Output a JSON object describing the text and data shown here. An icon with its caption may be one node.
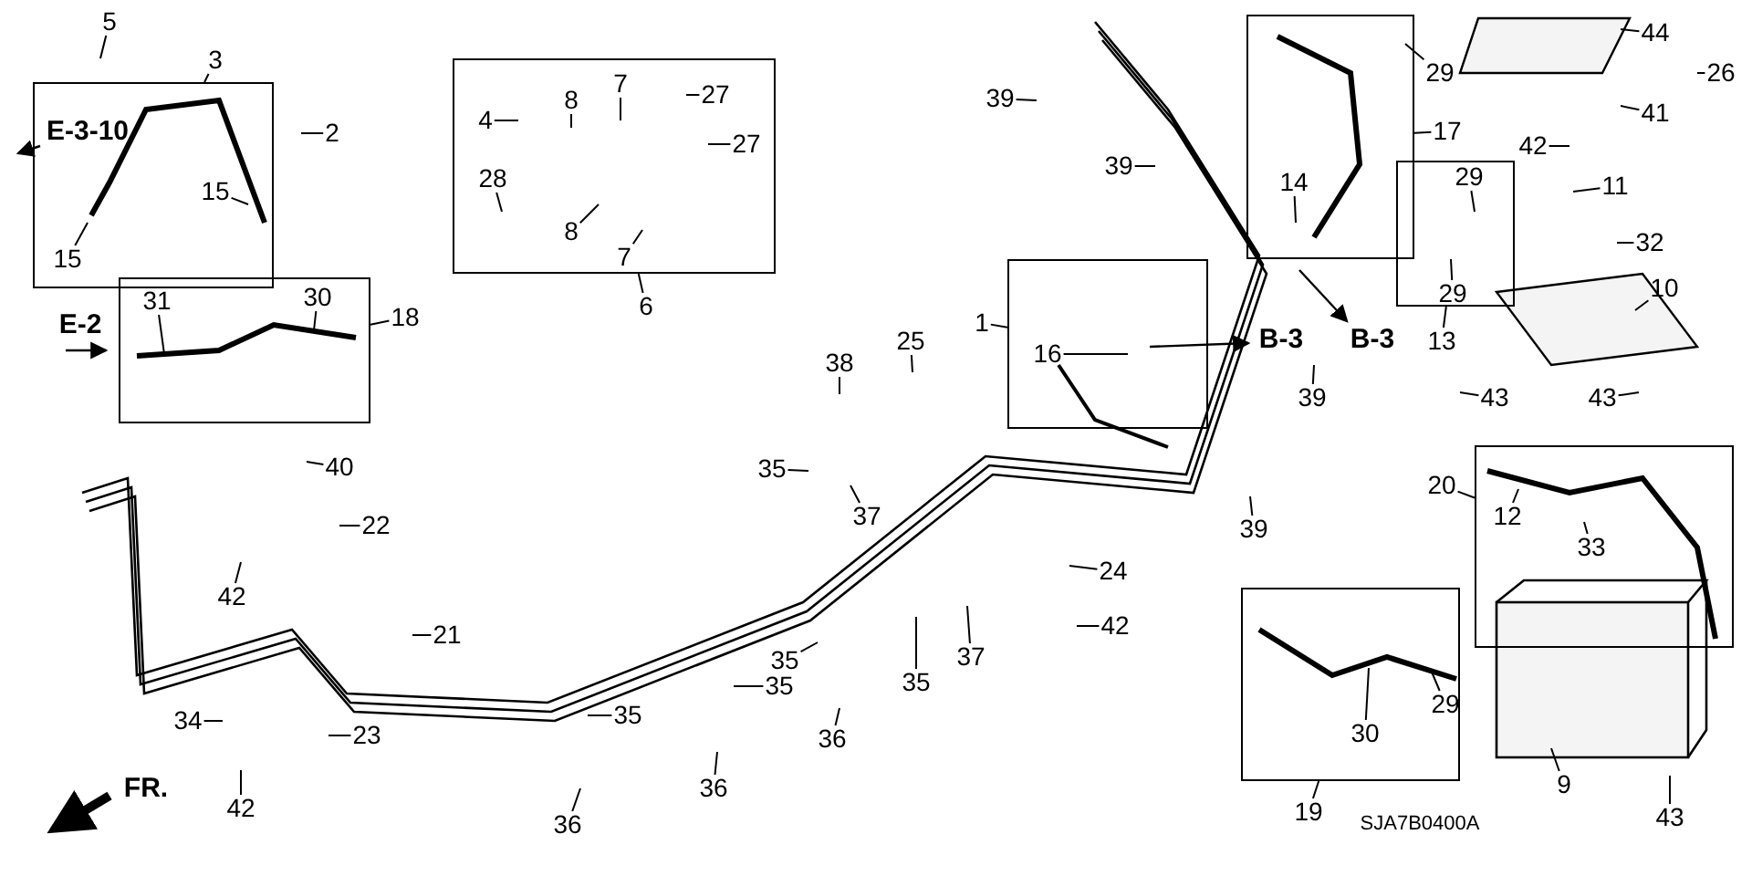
{
  "diagram": {
    "nodes": [
      {
        "text": [],
        "shape": "box"
      },
      {
        "text": [
          "5"
        ]
      },
      {
        "text": [
          "3"
        ]
      },
      {
        "text": [
          "15"
        ],
        "in": 0
      },
      {
        "text": [
          "15"
        ],
        "in": 0
      },
      {
        "text": [
          "2"
        ]
      },
      {
        "text": [],
        "shape": "box"
      },
      {
        "text": [
          "4"
        ],
        "in": 6
      },
      {
        "text": [
          "8"
        ],
        "in": 6
      },
      {
        "text": [
          "7"
        ],
        "in": 6
      },
      {
        "text": [
          "27"
        ],
        "in": 6
      },
      {
        "text": [
          "27"
        ],
        "in": 6
      },
      {
        "text": [
          "28"
        ],
        "in": 6
      },
      {
        "text": [
          "8"
        ],
        "in": 6
      },
      {
        "text": [
          "7"
        ],
        "in": 6
      },
      {
        "text": [
          "6"
        ]
      },
      {
        "text": [],
        "shape": "box"
      },
      {
        "text": [
          "31"
        ],
        "in": 16
      },
      {
        "text": [
          "30"
        ],
        "in": 16
      },
      {
        "text": [
          "18"
        ]
      },
      {
        "text": [
          "40"
        ]
      },
      {
        "text": [
          "22"
        ]
      },
      {
        "text": [
          "42"
        ]
      },
      {
        "text": [
          "21"
        ]
      },
      {
        "text": [
          "34"
        ]
      },
      {
        "text": [
          "23"
        ]
      },
      {
        "text": [
          "42"
        ]
      },
      {
        "text": [
          "38"
        ]
      },
      {
        "text": [
          "25"
        ]
      },
      {
        "text": [
          "35"
        ]
      },
      {
        "text": [
          "37"
        ]
      },
      {
        "text": [
          "35"
        ]
      },
      {
        "text": [
          "35"
        ]
      },
      {
        "text": [
          "35"
        ]
      },
      {
        "text": [
          "36"
        ]
      },
      {
        "text": [
          "36"
        ]
      },
      {
        "text": [
          "36"
        ]
      },
      {
        "text": [
          "35"
        ]
      },
      {
        "text": [
          "37"
        ]
      },
      {
        "text": [
          "24"
        ]
      },
      {
        "text": [
          "42"
        ]
      },
      {
        "text": [],
        "shape": "box"
      },
      {
        "text": [
          "1"
        ]
      },
      {
        "text": [
          "16"
        ],
        "in": 41
      },
      {
        "text": [
          "39"
        ]
      },
      {
        "text": [
          "39"
        ]
      },
      {
        "text": [
          "39"
        ]
      },
      {
        "text": [
          "39"
        ]
      },
      {
        "text": [],
        "shape": "box"
      },
      {
        "text": [
          "14"
        ],
        "in": 48
      },
      {
        "text": [
          "29"
        ]
      },
      {
        "text": [
          "17"
        ]
      },
      {
        "text": [
          "44"
        ]
      },
      {
        "text": [
          "26"
        ]
      },
      {
        "text": [
          "41"
        ]
      },
      {
        "text": [
          "42"
        ]
      },
      {
        "text": [],
        "shape": "box"
      },
      {
        "text": [
          "29"
        ],
        "in": 56
      },
      {
        "text": [
          "29"
        ],
        "in": 56
      },
      {
        "text": [
          "11"
        ]
      },
      {
        "text": [
          "32"
        ]
      },
      {
        "text": [
          "13"
        ]
      },
      {
        "text": [
          "10"
        ]
      },
      {
        "text": [
          "43"
        ]
      },
      {
        "text": [
          "43"
        ]
      },
      {
        "text": [],
        "shape": "box"
      },
      {
        "text": [
          "20"
        ]
      },
      {
        "text": [
          "12"
        ],
        "in": 65
      },
      {
        "text": [
          "33"
        ],
        "in": 65
      },
      {
        "text": [],
        "shape": "box"
      },
      {
        "text": [
          "29"
        ],
        "in": 69
      },
      {
        "text": [
          "30"
        ],
        "in": 69
      },
      {
        "text": [
          "9"
        ]
      },
      {
        "text": [
          "43"
        ]
      },
      {
        "text": [
          "19"
        ]
      }
    ],
    "edges": [
      {
        "from": 1,
        "to": null,
        "arrow": "none"
      },
      {
        "from": 2,
        "to": 0,
        "arrow": "none"
      },
      {
        "from": 3,
        "to": null,
        "arrow": "none"
      },
      {
        "from": 4,
        "to": null,
        "arrow": "none"
      },
      {
        "from": 5,
        "to": null,
        "arrow": "none"
      },
      {
        "from": 7,
        "to": null,
        "arrow": "none"
      },
      {
        "from": 8,
        "to": null,
        "arrow": "none"
      },
      {
        "from": 9,
        "to": null,
        "arrow": "none"
      },
      {
        "from": 10,
        "to": null,
        "arrow": "none"
      },
      {
        "from": 11,
        "to": null,
        "arrow": "none"
      },
      {
        "from": 12,
        "to": null,
        "arrow": "none"
      },
      {
        "from": 13,
        "to": null,
        "arrow": "none"
      },
      {
        "from": 14,
        "to": null,
        "arrow": "none"
      },
      {
        "from": 15,
        "to": 6,
        "arrow": "none"
      },
      {
        "from": 17,
        "to": null,
        "arrow": "none"
      },
      {
        "from": 18,
        "to": null,
        "arrow": "none"
      },
      {
        "from": 19,
        "to": 16,
        "arrow": "none"
      },
      {
        "from": 20,
        "to": null,
        "arrow": "none"
      },
      {
        "from": 21,
        "to": null,
        "arrow": "none"
      },
      {
        "from": 22,
        "to": null,
        "arrow": "none"
      },
      {
        "from": 23,
        "to": null,
        "arrow": "none"
      },
      {
        "from": 24,
        "to": null,
        "arrow": "none"
      },
      {
        "from": 25,
        "to": null,
        "arrow": "none"
      },
      {
        "from": 26,
        "to": null,
        "arrow": "none"
      },
      {
        "from": 27,
        "to": null,
        "arrow": "none"
      },
      {
        "from": 28,
        "to": null,
        "arrow": "none"
      },
      {
        "from": 29,
        "to": null,
        "arrow": "none"
      },
      {
        "from": 30,
        "to": null,
        "arrow": "none"
      },
      {
        "from": 31,
        "to": null,
        "arrow": "none"
      },
      {
        "from": 32,
        "to": null,
        "arrow": "none"
      },
      {
        "from": 33,
        "to": null,
        "arrow": "none"
      },
      {
        "from": 34,
        "to": null,
        "arrow": "none"
      },
      {
        "from": 35,
        "to": null,
        "arrow": "none"
      },
      {
        "from": 36,
        "to": null,
        "arrow": "none"
      },
      {
        "from": 37,
        "to": null,
        "arrow": "none"
      },
      {
        "from": 38,
        "to": null,
        "arrow": "none"
      },
      {
        "from": 39,
        "to": null,
        "arrow": "none"
      },
      {
        "from": 40,
        "to": null,
        "arrow": "none"
      },
      {
        "from": 42,
        "to": 41,
        "arrow": "none"
      },
      {
        "from": 43,
        "to": null,
        "arrow": "none"
      },
      {
        "from": 44,
        "to": null,
        "arrow": "none"
      },
      {
        "from": 45,
        "to": null,
        "arrow": "none"
      },
      {
        "from": 46,
        "to": null,
        "arrow": "none"
      },
      {
        "from": 47,
        "to": null,
        "arrow": "none"
      },
      {
        "from": 49,
        "to": null,
        "arrow": "none"
      },
      {
        "from": 50,
        "to": null,
        "arrow": "none"
      },
      {
        "from": 51,
        "to": 48,
        "arrow": "none"
      },
      {
        "from": 52,
        "to": null,
        "arrow": "none"
      },
      {
        "from": 53,
        "to": null,
        "arrow": "none"
      },
      {
        "from": 54,
        "to": null,
        "arrow": "none"
      },
      {
        "from": 55,
        "to": null,
        "arrow": "none"
      },
      {
        "from": 57,
        "to": null,
        "arrow": "none"
      },
      {
        "from": 58,
        "to": null,
        "arrow": "none"
      },
      {
        "from": 59,
        "to": null,
        "arrow": "none"
      },
      {
        "from": 60,
        "to": null,
        "arrow": "none"
      },
      {
        "from": 61,
        "to": 56,
        "arrow": "none"
      },
      {
        "from": 62,
        "to": null,
        "arrow": "none"
      },
      {
        "from": 63,
        "to": null,
        "arrow": "none"
      },
      {
        "from": 64,
        "to": null,
        "arrow": "none"
      },
      {
        "from": 66,
        "to": 65,
        "arrow": "none"
      },
      {
        "from": 67,
        "to": null,
        "arrow": "none"
      },
      {
        "from": 68,
        "to": null,
        "arrow": "none"
      },
      {
        "from": 70,
        "to": null,
        "arrow": "none"
      },
      {
        "from": 71,
        "to": null,
        "arrow": "none"
      },
      {
        "from": 72,
        "to": null,
        "arrow": "none"
      },
      {
        "from": 73,
        "to": null,
        "arrow": "none"
      },
      {
        "from": 74,
        "to": 69,
        "arrow": "none"
      }
    ],
    "labels": [
      "E-3-10",
      "E-2",
      "B-3",
      "B-3",
      "FR.",
      "SJA7B0400A"
    ]
  }
}
